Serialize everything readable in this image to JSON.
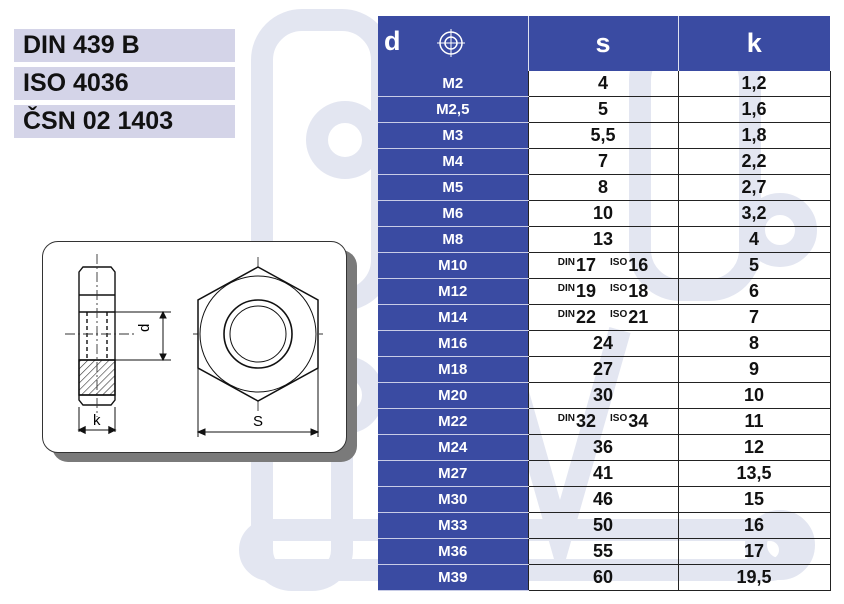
{
  "standards": [
    "DIN 439 B",
    "ISO 4036",
    "ČSN 02 1403"
  ],
  "drawing": {
    "label_d": "d",
    "label_k": "k",
    "label_s": "S"
  },
  "table": {
    "headers": {
      "d": "d",
      "s": "s",
      "k": "k"
    },
    "rows": [
      {
        "d": "M2",
        "s": "4",
        "k": "1,2"
      },
      {
        "d": "M2,5",
        "s": "5",
        "k": "1,6"
      },
      {
        "d": "M3",
        "s": "5,5",
        "k": "1,8"
      },
      {
        "d": "M4",
        "s": "7",
        "k": "2,2"
      },
      {
        "d": "M5",
        "s": "8",
        "k": "2,7"
      },
      {
        "d": "M6",
        "s": "10",
        "k": "3,2"
      },
      {
        "d": "M8",
        "s": "13",
        "k": "4"
      },
      {
        "d": "M10",
        "s_din": "17",
        "s_iso": "16",
        "k": "5"
      },
      {
        "d": "M12",
        "s_din": "19",
        "s_iso": "18",
        "k": "6"
      },
      {
        "d": "M14",
        "s_din": "22",
        "s_iso": "21",
        "k": "7"
      },
      {
        "d": "M16",
        "s": "24",
        "k": "8"
      },
      {
        "d": "M18",
        "s": "27",
        "k": "9"
      },
      {
        "d": "M20",
        "s": "30",
        "k": "10"
      },
      {
        "d": "M22",
        "s_din": "32",
        "s_iso": "34",
        "k": "11"
      },
      {
        "d": "M24",
        "s": "36",
        "k": "12"
      },
      {
        "d": "M27",
        "s": "41",
        "k": "13,5"
      },
      {
        "d": "M30",
        "s": "46",
        "k": "15"
      },
      {
        "d": "M33",
        "s": "50",
        "k": "16"
      },
      {
        "d": "M36",
        "s": "55",
        "k": "17"
      },
      {
        "d": "M39",
        "s": "60",
        "k": "19,5"
      }
    ],
    "sup_din": "DIN",
    "sup_iso": "ISO"
  },
  "colors": {
    "header_blue": "#3a4ba2",
    "label_bg": "#d4d4e8",
    "watermark": "#dfe2ee"
  }
}
